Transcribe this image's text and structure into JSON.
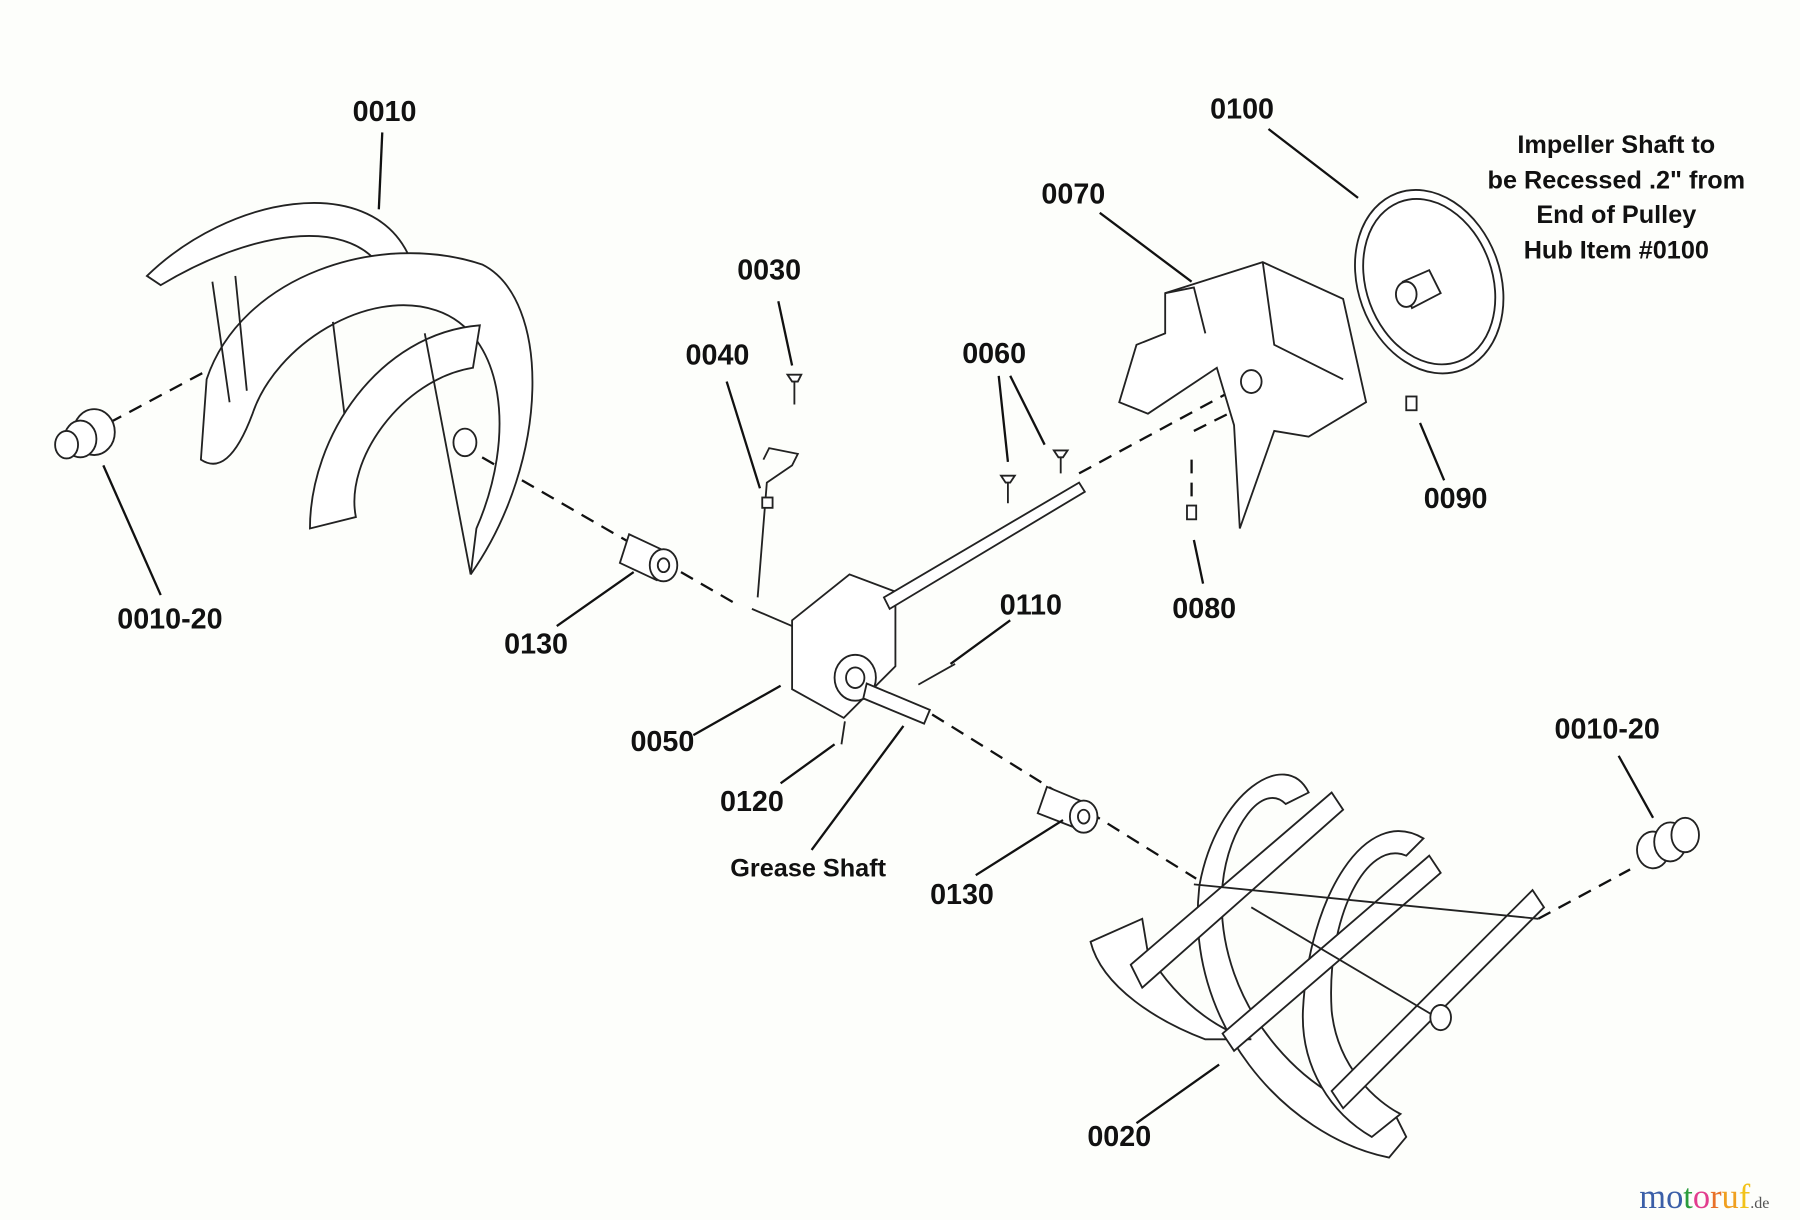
{
  "diagram": {
    "labels": {
      "p0010": "0010",
      "p0100": "0100",
      "p0070": "0070",
      "p0030": "0030",
      "p0040": "0040",
      "p0060": "0060",
      "p0090": "0090",
      "p0010_20_left": "0010-20",
      "p0130_left": "0130",
      "p0110": "0110",
      "p0080": "0080",
      "p0050": "0050",
      "p0120": "0120",
      "grease_shaft": "Grease Shaft",
      "p0130_right": "0130",
      "p0010_20_right": "0010-20",
      "p0020": "0020"
    },
    "note_lines": [
      "Impeller Shaft to",
      "be Recessed .2\" from",
      "End of Pulley",
      "Hub Item #0100"
    ]
  },
  "watermark": {
    "letters": [
      "m",
      "o",
      "t",
      "o",
      "r",
      "u",
      "f"
    ],
    "colors": [
      "#3b5fa8",
      "#3b5fa8",
      "#2a9c3c",
      "#e23d8e",
      "#e8712a",
      "#f0a020",
      "#f2c21a"
    ],
    "suffix": ".de"
  }
}
